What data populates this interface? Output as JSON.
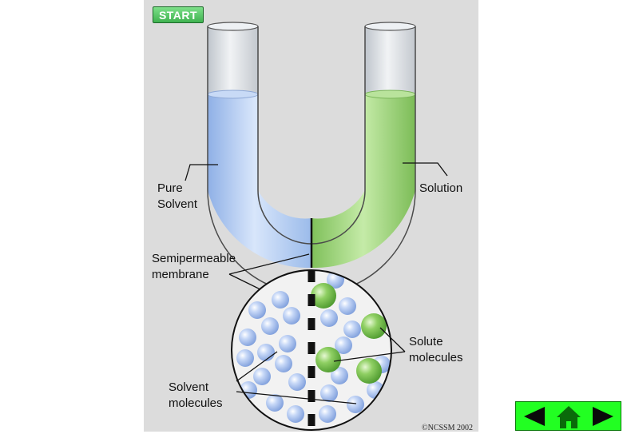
{
  "start_button": {
    "label": "START"
  },
  "labels": {
    "pure_solvent": [
      "Pure",
      "Solvent"
    ],
    "solution": "Solution",
    "membrane": [
      "Semipermeable",
      "membrane"
    ],
    "solute": [
      "Solute",
      "molecules"
    ],
    "solvent_molecules": [
      "Solvent",
      "molecules"
    ]
  },
  "copyright": "©NCSSM 2002",
  "colors": {
    "panel": "#dcdcdc",
    "solvent": "#a9c5ee",
    "solution": "#8fcc6a",
    "nav": "#22ff22",
    "start": "#3fb24f"
  },
  "nav": {
    "prev": "arrow-left-icon",
    "home": "home-icon",
    "next": "arrow-right-icon"
  }
}
